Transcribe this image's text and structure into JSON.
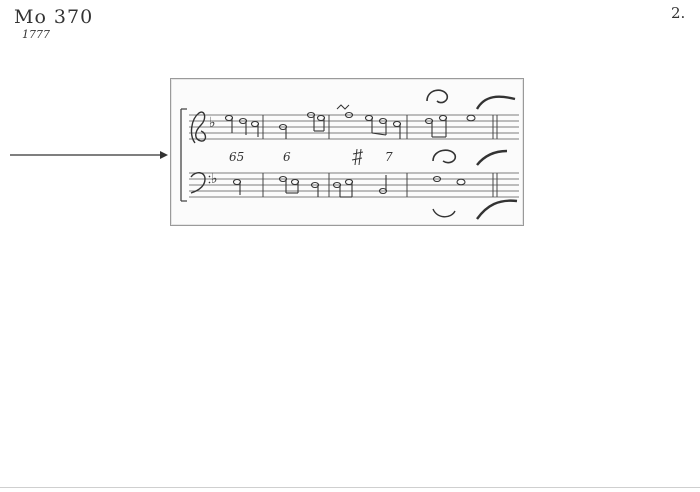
{
  "header": {
    "catalog_number": "Mo 370",
    "year": "1777",
    "page_number": "2."
  },
  "incipit": {
    "figured_bass": [
      "65",
      "6",
      "7"
    ]
  },
  "colors": {
    "ink": "#333333",
    "paper": "#ffffff",
    "card_border": "#9a9a9a"
  }
}
